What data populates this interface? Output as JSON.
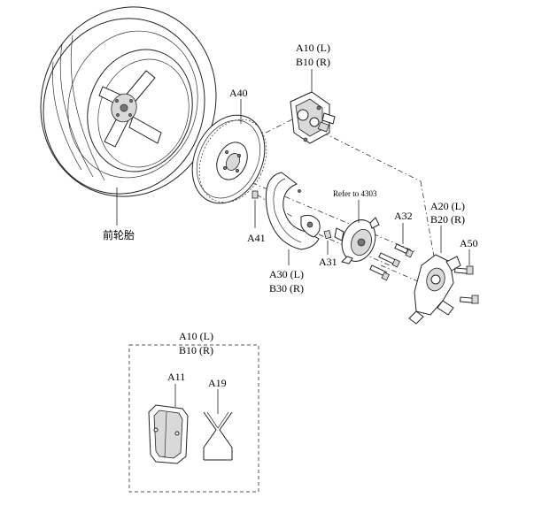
{
  "labels": {
    "caliper_top_l": "A10 (L)",
    "caliper_top_r": "B10 (R)",
    "disc": "A40",
    "tire": "前轮胎",
    "disc_screw": "A41",
    "shield_l": "A30 (L)",
    "shield_r": "B30 (R)",
    "shield_bolt": "A31",
    "refer": "Refer to 4303",
    "hub_bolt": "A32",
    "knuckle_l": "A20 (L)",
    "knuckle_r": "B20 (R)",
    "knuckle_bolt": "A50",
    "kit_l": "A10  (L)",
    "kit_r": "B10   (R)",
    "pad": "A11",
    "clip": "A19"
  }
}
